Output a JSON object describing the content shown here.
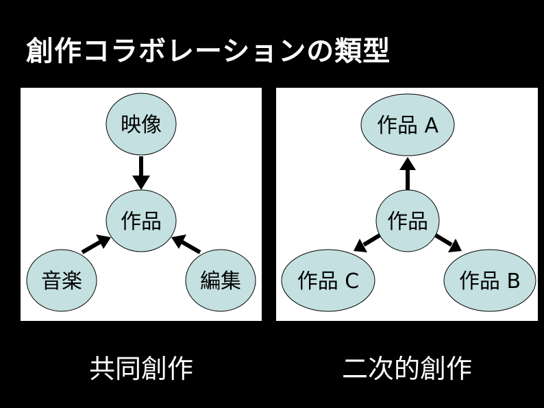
{
  "title": "創作コラボレーションの類型",
  "panels": [
    {
      "caption": "共同創作",
      "nodes": {
        "center": "作品",
        "top": "映像",
        "left": "音楽",
        "right": "編集"
      }
    },
    {
      "caption": "二次的創作",
      "nodes": {
        "center": "作品",
        "top": "作品 A",
        "left": "作品 C",
        "right": "作品 B"
      }
    }
  ],
  "colors": {
    "background": "#000000",
    "panel": "#ffffff",
    "node_fill": "#c4e0e0",
    "node_stroke": "#000000"
  }
}
